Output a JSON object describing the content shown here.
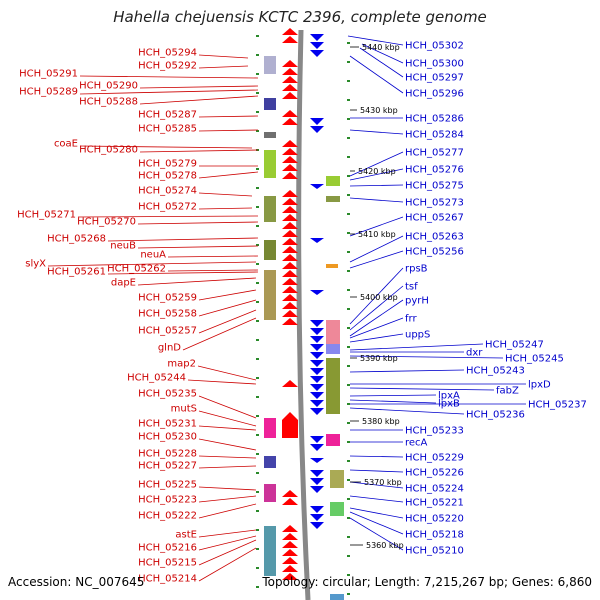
{
  "title": "Hahella chejuensis KCTC 2396, complete genome",
  "footer": {
    "accession": "Accession: NC_007645",
    "topology": "Topology: circular; Length: 7,215,267 bp; Genes: 6,860"
  },
  "colors": {
    "left_label": "#cc0000",
    "right_label": "#0000cc",
    "forward_gene": "#ff0000",
    "reverse_gene": "#0000ee",
    "backbone": "#888888",
    "tick": "#2a8a2a"
  },
  "left_labels": [
    "HCH_05294",
    "HCH_05292",
    "HCH_05291",
    "HCH_05290",
    "HCH_05289",
    "HCH_05288",
    "HCH_05287",
    "HCH_05285",
    "coaE",
    "HCH_05280",
    "HCH_05279",
    "HCH_05278",
    "HCH_05274",
    "HCH_05272",
    "HCH_05271",
    "HCH_05270",
    "HCH_05268",
    "neuB",
    "neuA",
    "slyX",
    "HCH_05262",
    "HCH_05261",
    "dapE",
    "HCH_05259",
    "HCH_05258",
    "HCH_05257",
    "glnD",
    "map2",
    "HCH_05244",
    "HCH_05235",
    "mutS",
    "HCH_05231",
    "HCH_05230",
    "HCH_05228",
    "HCH_05227",
    "HCH_05225",
    "HCH_05223",
    "HCH_05222",
    "astE",
    "HCH_05216",
    "HCH_05215",
    "HCH_05214"
  ],
  "right_labels": [
    "HCH_05302",
    "HCH_05300",
    "HCH_05297",
    "HCH_05296",
    "HCH_05286",
    "HCH_05284",
    "HCH_05277",
    "HCH_05276",
    "HCH_05275",
    "HCH_05273",
    "HCH_05267",
    "HCH_05263",
    "HCH_05256",
    "rpsB",
    "tsf",
    "pyrH",
    "frr",
    "uppS",
    "HCH_05247",
    "dxr",
    "HCH_05245",
    "HCH_05243",
    "lpxD",
    "fabZ",
    "lpxA",
    "lpxB",
    "HCH_05237",
    "HCH_05236",
    "HCH_05233",
    "recA",
    "HCH_05229",
    "HCH_05226",
    "HCH_05224",
    "HCH_05221",
    "HCH_05220",
    "HCH_05218",
    "HCH_05210"
  ],
  "kbp_labels": [
    "5440 kbp",
    "5430 kbp",
    "5420 kbp",
    "5410 kbp",
    "5400 kbp",
    "5390 kbp",
    "5380 kbp",
    "5370 kbp",
    "5360 kbp"
  ]
}
